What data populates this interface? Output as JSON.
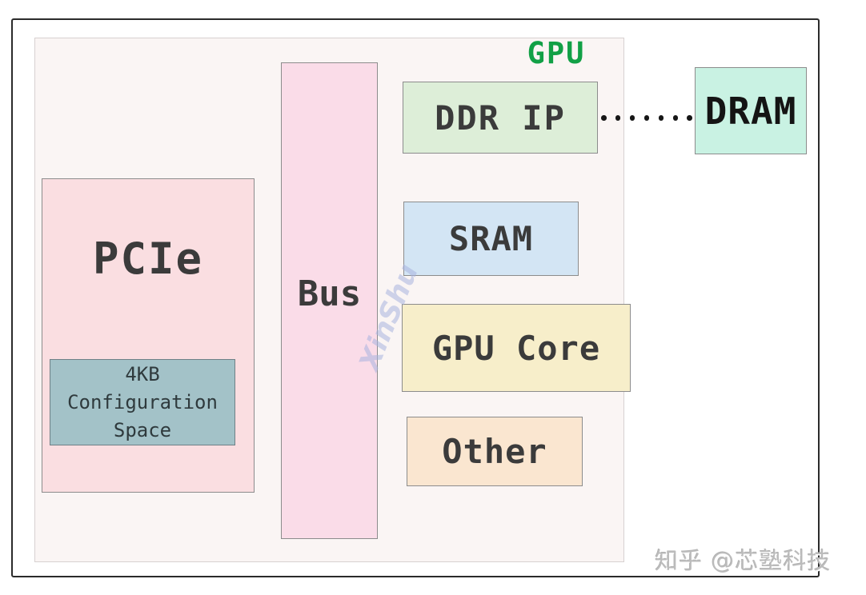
{
  "gpu": {
    "label": "GPU",
    "label_color": "#11a046",
    "area_bg": "#faf5f4"
  },
  "blocks": {
    "pcie": {
      "label": "PCIe",
      "bg": "#fadee1"
    },
    "config": {
      "lines": [
        "4KB",
        "Configuration",
        "Space"
      ],
      "bg": "#a3c2c8"
    },
    "bus": {
      "label": "Bus",
      "bg": "#fadce8"
    },
    "ddr_ip": {
      "label": "DDR IP",
      "bg": "#ddeed8"
    },
    "sram": {
      "label": "SRAM",
      "bg": "#d3e5f4"
    },
    "gpu_core": {
      "label": "GPU Core",
      "bg": "#f7eeca"
    },
    "other": {
      "label": "Other",
      "bg": "#fae6d0"
    },
    "dram": {
      "label": "DRAM",
      "bg": "#c9f2e3"
    }
  },
  "connector": {
    "style": "dotted",
    "from": "DDR IP",
    "to": "DRAM",
    "color": "#161616"
  },
  "watermarks": {
    "diagonal": "XinShu",
    "credit": "知乎 @芯塾科技"
  },
  "frame_color": "#2b2b2b"
}
